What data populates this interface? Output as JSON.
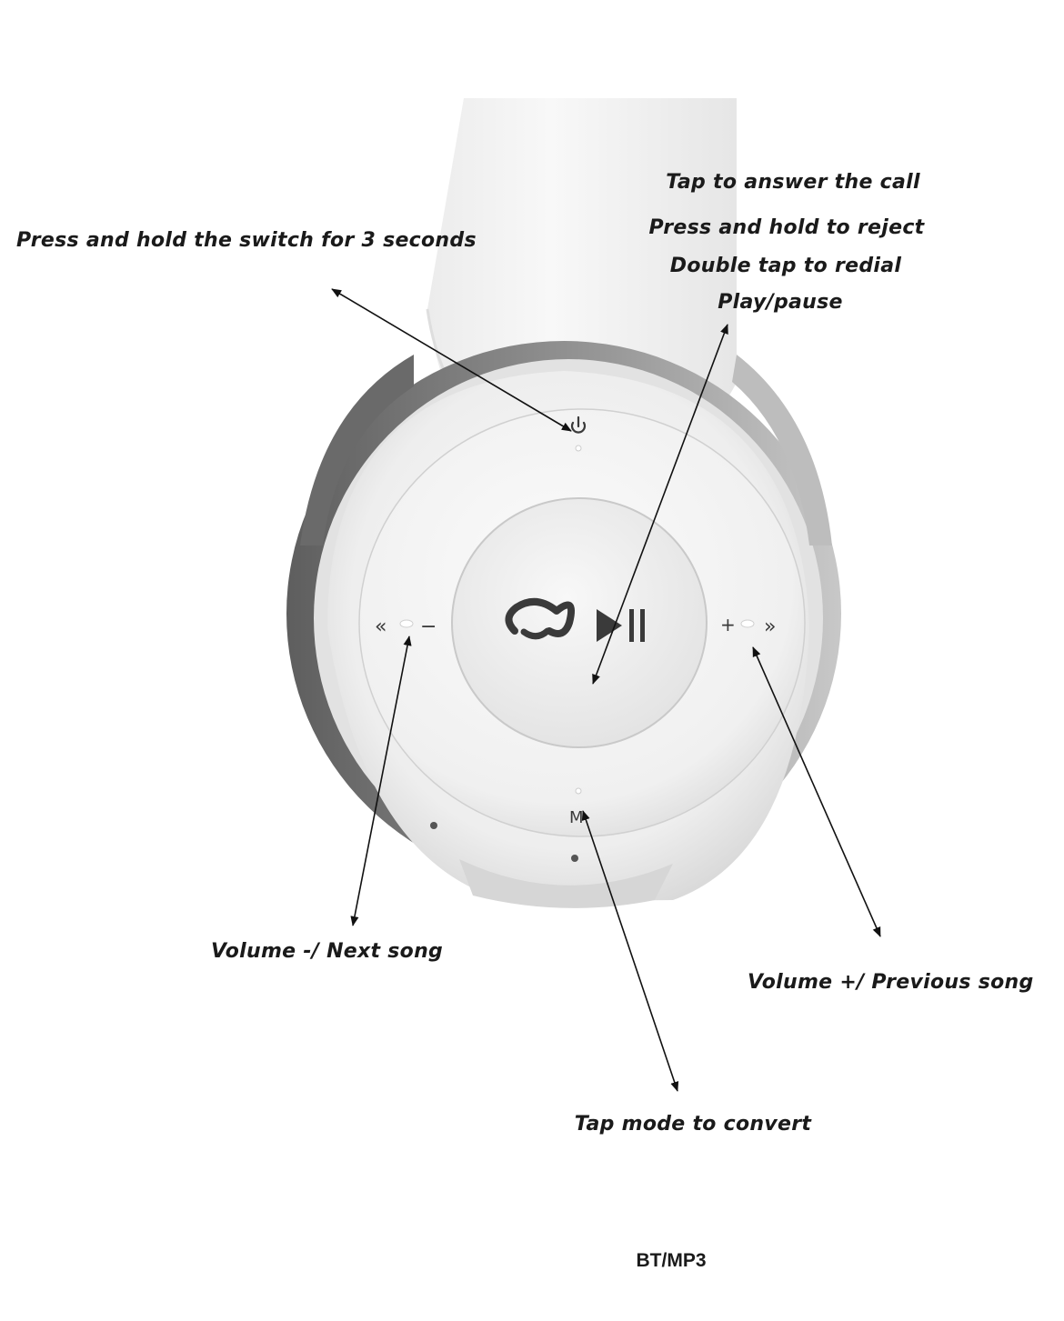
{
  "labels": {
    "power": "Press and hold the switch for 3 seconds",
    "call_answer": "Tap to answer the call",
    "call_reject": "Press and hold to reject",
    "call_redial": "Double tap to redial",
    "play_pause": "Play/pause",
    "volume_down": "Volume -/ Next song",
    "volume_up": "Volume +/ Previous song",
    "mode": "Tap mode to convert",
    "footer": "BT/MP3"
  },
  "button_marks": {
    "left_arrows": "«",
    "left_minus": "−",
    "right_plus": "+",
    "right_arrows": "»",
    "mode_letter": "M"
  },
  "icons": {
    "power": "power-icon",
    "phone": "phone-handset-icon",
    "play_pause": "play-pause-icon"
  },
  "colors": {
    "text": "#1a1a1a",
    "headphone_white": "#f4f4f4",
    "headphone_shadow": "#d4d4d4",
    "cushion_dark": "#6e6e6e",
    "icon": "#3a3a3a",
    "arrow": "#111111"
  }
}
